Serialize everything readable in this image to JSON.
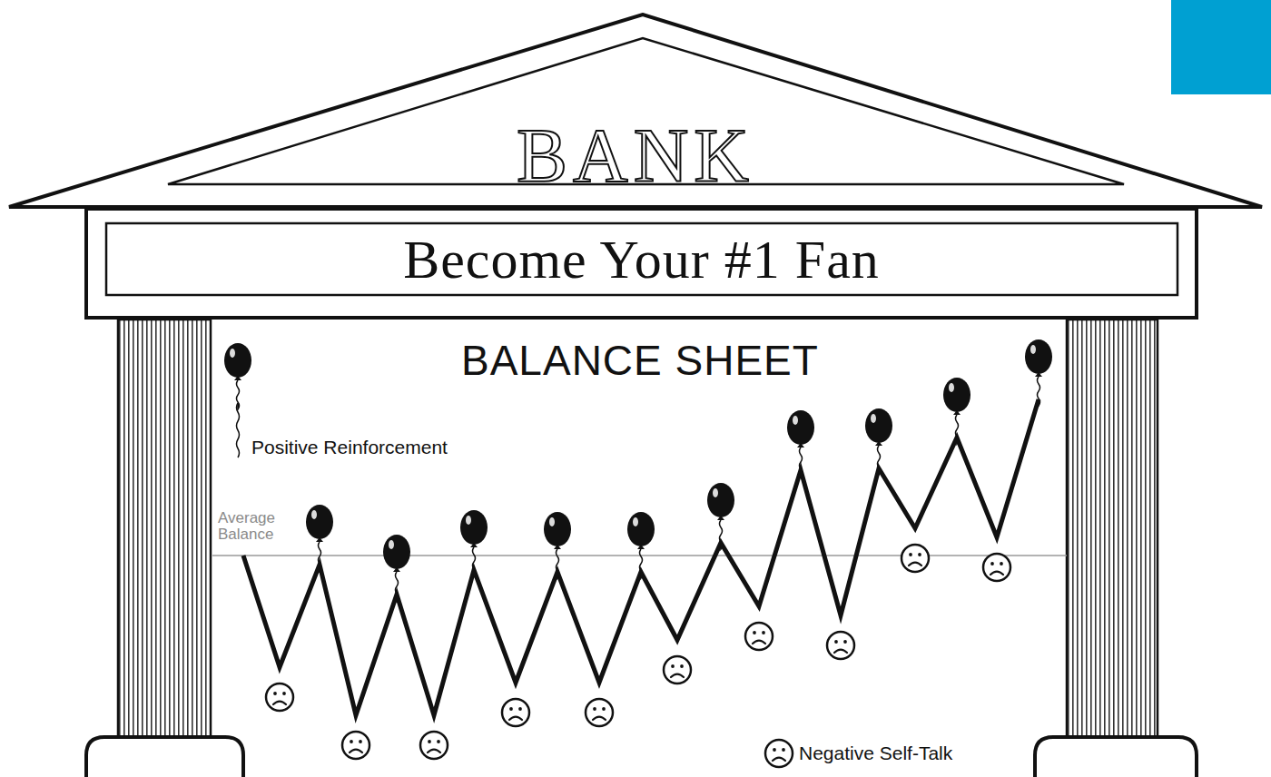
{
  "diagram": {
    "title": "BALANCE SHEET",
    "nodes": [
      {
        "text": [
          "BANK"
        ]
      },
      {
        "text": [
          "Become Your #1 Fan"
        ]
      }
    ],
    "labels": [
      "Average Balance"
    ],
    "legend": [
      {
        "text": "Positive Reinforcement"
      },
      {
        "text": "Negative Self-Talk"
      }
    ]
  }
}
